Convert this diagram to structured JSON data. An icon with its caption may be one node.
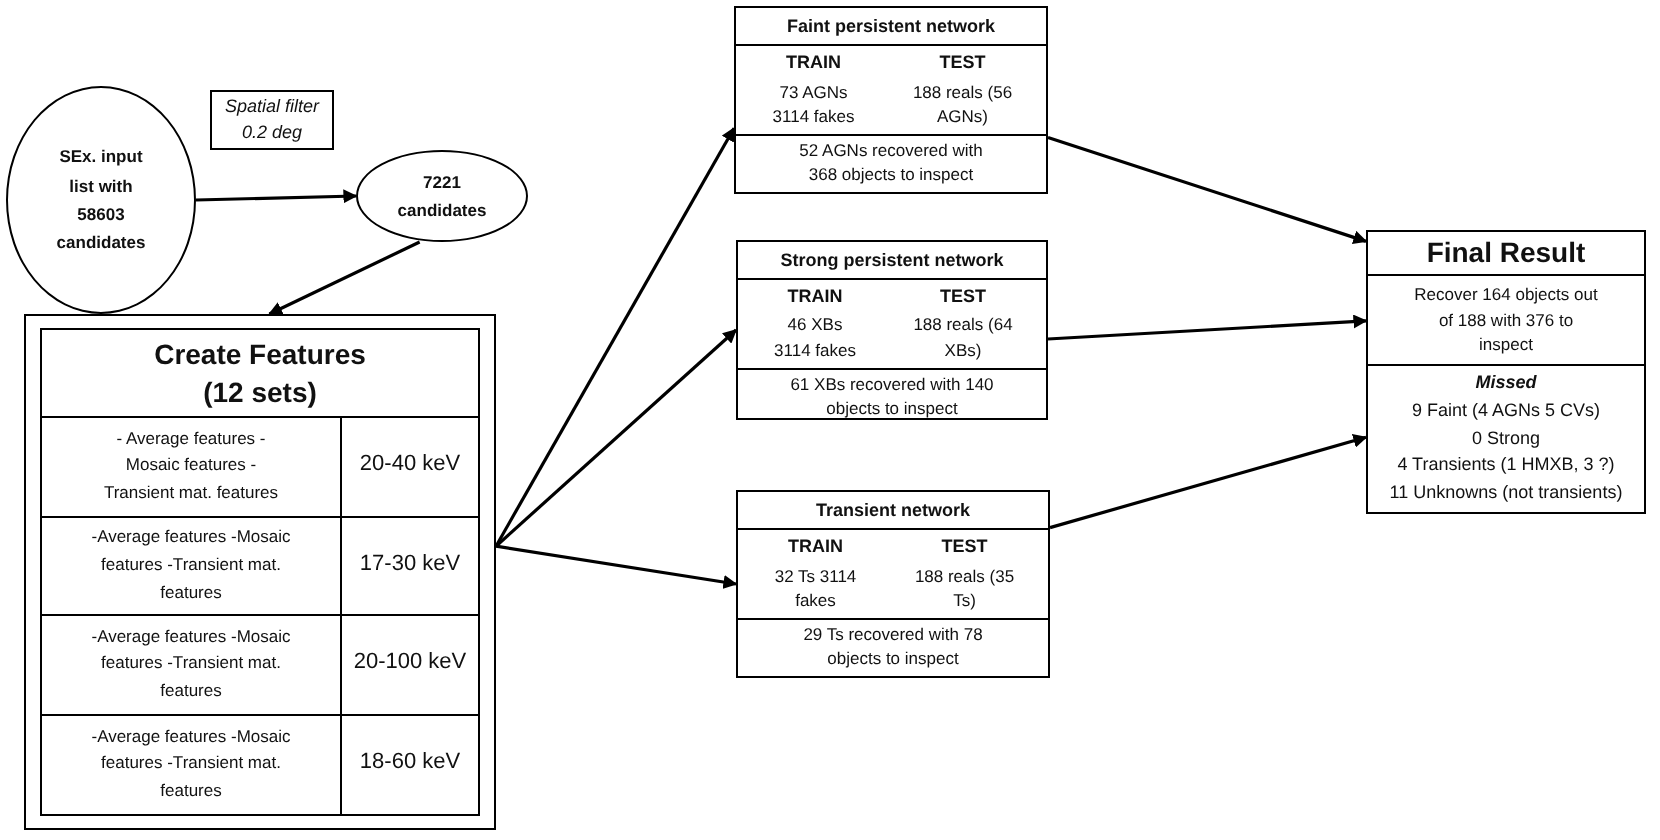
{
  "diagram": {
    "nodes": [
      {
        "text": [
          "SEx. input list with 58603 candidates"
        ]
      },
      {
        "text": [
          "Spatial filter 0.2 deg"
        ]
      },
      {
        "text": [
          "7221 candidates"
        ]
      },
      {
        "text": [
          "Create Features (12 sets)"
        ]
      },
      {
        "text": [
          "- Average features - Mosaic features -Transient mat. features"
        ],
        "in": 3
      },
      {
        "text": [
          "20-40 keV"
        ],
        "in": 3
      },
      {
        "text": [
          "-Average features -Mosaic features -Transient mat. features"
        ],
        "in": 3
      },
      {
        "text": [
          "17-30 keV"
        ],
        "in": 3
      },
      {
        "text": [
          "-Average features -Mosaic features -Transient mat. features"
        ],
        "in": 3
      },
      {
        "text": [
          "20-100 keV"
        ],
        "in": 3
      },
      {
        "text": [
          "-Average features -Mosaic features -Transient mat. features"
        ],
        "in": 3
      },
      {
        "text": [
          "18-60 keV"
        ],
        "in": 3
      },
      {
        "text": [
          "Faint persistent network",
          "TRAIN",
          "73 AGNs 3114 fakes",
          "TEST",
          "188 reals (56 AGNs)",
          "52 AGNs recovered with 368 objects to inspect"
        ]
      },
      {
        "text": [
          "Strong persistent network",
          "TRAIN",
          "46 XBs 3114 fakes",
          "TEST",
          "188 reals (64 XBs)",
          "61 XBs recovered with 140 objects to inspect"
        ]
      },
      {
        "text": [
          "Transient network",
          "TRAIN",
          "32 Ts 3114 fakes",
          "TEST",
          "188 reals (35 Ts)",
          "29 Ts recovered with 78 objects to inspect"
        ]
      },
      {
        "text": [
          "Final Result",
          "Recover 164 objects out of 188 with 376 to inspect",
          "Missed",
          "9 Faint (4 AGNs 5 CVs)",
          "0 Strong",
          "4 Transients (1 HMXB, 3 ?)",
          "11 Unknowns (not transients)"
        ]
      }
    ],
    "edges": [
      {
        "from": 0,
        "to": 2,
        "arrow": "to"
      },
      {
        "from": 2,
        "to": 3,
        "arrow": "to"
      },
      {
        "from": 3,
        "to": 12,
        "arrow": "to"
      },
      {
        "from": 3,
        "to": 13,
        "arrow": "to"
      },
      {
        "from": 3,
        "to": 14,
        "arrow": "to"
      },
      {
        "from": 12,
        "to": 15,
        "arrow": "to"
      },
      {
        "from": 13,
        "to": 15,
        "arrow": "to"
      },
      {
        "from": 14,
        "to": 15,
        "arrow": "to"
      }
    ]
  }
}
